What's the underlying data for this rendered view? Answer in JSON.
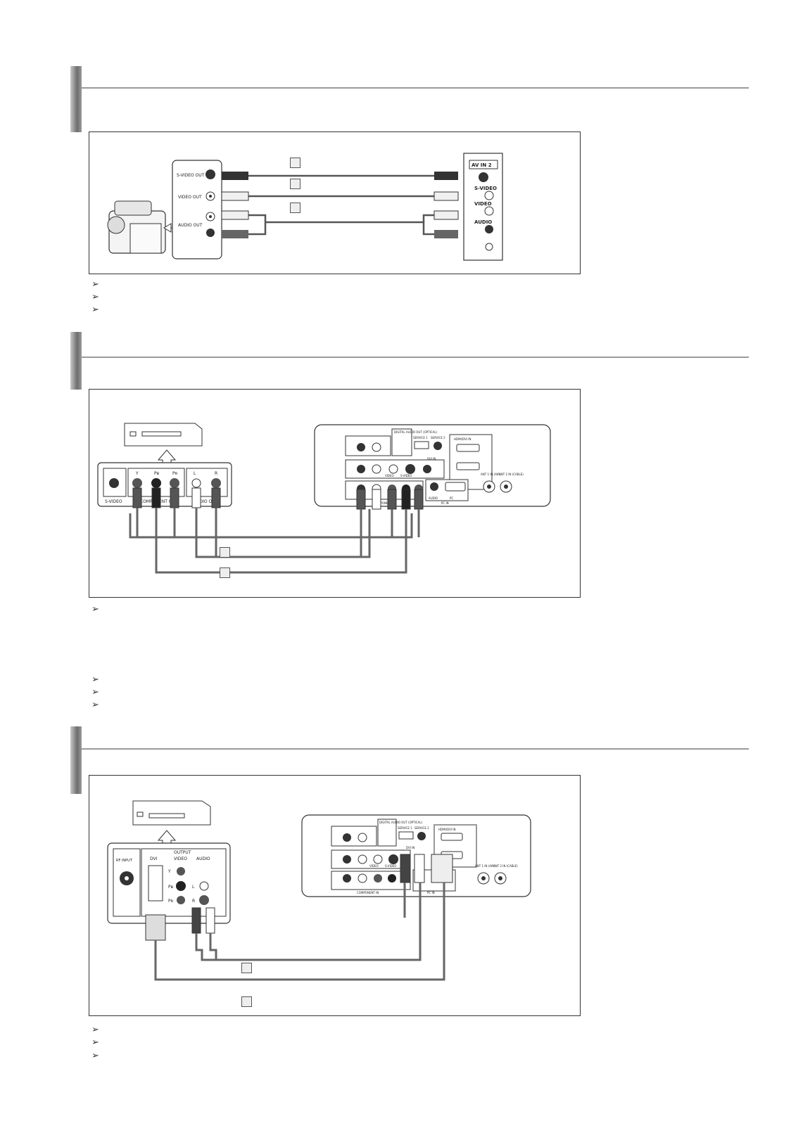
{
  "sections": [
    {
      "note_arrows": [
        "➢",
        "➢",
        "➢"
      ],
      "callouts": [
        "",
        "",
        ""
      ],
      "device_panel": {
        "labels": [
          "S-VIDEO OUT",
          "VIDEO OUT",
          "AUDIO OUT"
        ]
      },
      "tv_panel": {
        "header": "AV IN 2",
        "labels": [
          "S-VIDEO",
          "VIDEO",
          "AUDIO"
        ]
      }
    },
    {
      "note_arrows": [
        "➢",
        "➢",
        "➢",
        "➢"
      ],
      "callouts": [
        "",
        ""
      ],
      "device_panel": {
        "labels": [
          "Y",
          "Pʙ",
          "Pʀ",
          "L",
          "R",
          "S-VIDEO",
          "COMPONENT OUT",
          "AUDIO OUT"
        ]
      },
      "tv_panel": {
        "labels": [
          "DIGITAL AUDIO OUT (OPTICAL)",
          "SERVICE 1",
          "SERVICE 2",
          "HDMI/DVI IN",
          "DVI IN",
          "ANT 1 IN (AIR)",
          "ANT 2 IN (CABLE)",
          "AUDIO",
          "PC",
          "PC IN",
          "VIDEO",
          "S-VIDEO",
          "COMPONENT IN"
        ]
      }
    },
    {
      "note_arrows": [
        "➢",
        "➢",
        "➢"
      ],
      "callouts": [
        "",
        ""
      ],
      "device_panel": {
        "labels": [
          "RF INPUT",
          "OUTPUT",
          "DVI",
          "VIDEO",
          "AUDIO",
          "Y",
          "Pʙ",
          "Pʀ",
          "L",
          "R"
        ]
      },
      "tv_panel": {
        "labels": [
          "DIGITAL AUDIO OUT (OPTICAL)",
          "SERVICE 1",
          "SERVICE 2",
          "HDMI/DVI IN",
          "DVI IN",
          "ANT 1 IN (AIR)",
          "ANT 2 IN (CABLE)",
          "COMPONENT IN",
          "PC IN",
          "VIDEO",
          "S-VIDEO"
        ]
      }
    }
  ]
}
